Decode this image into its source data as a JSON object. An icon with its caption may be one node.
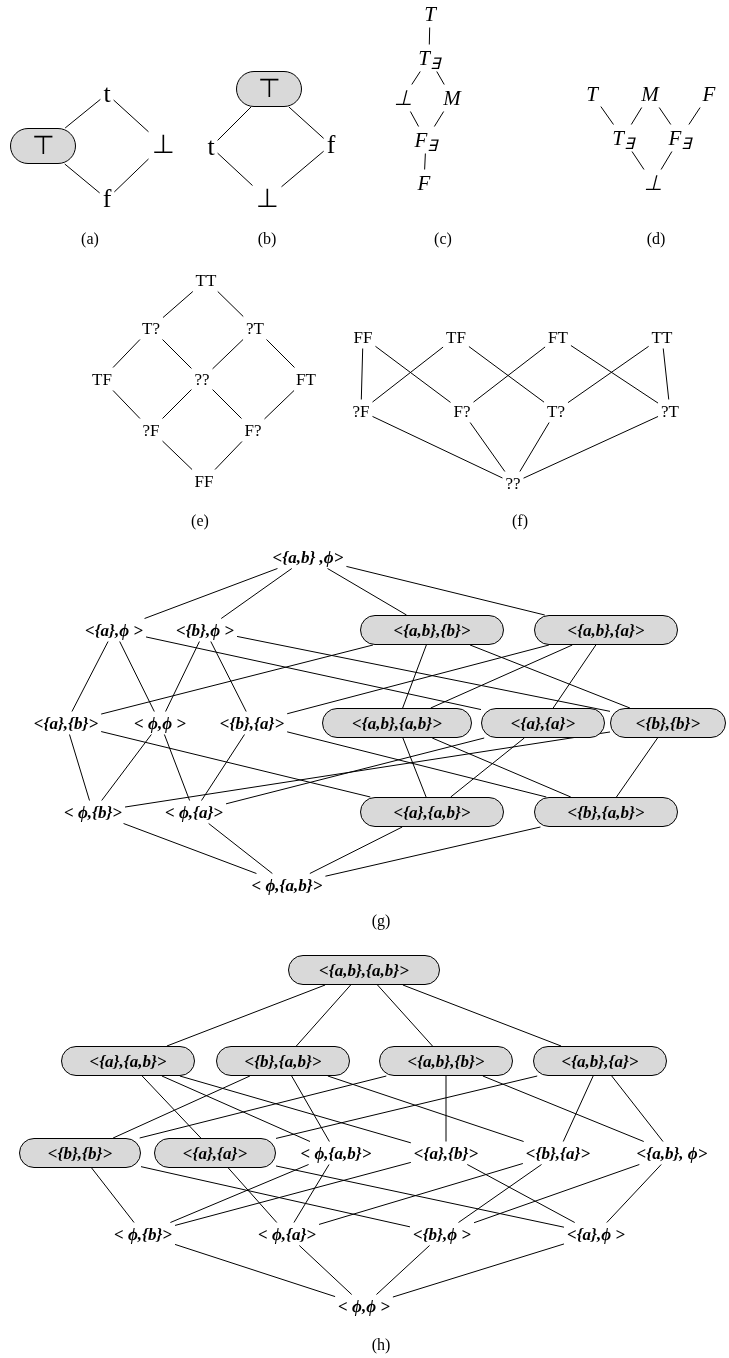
{
  "diagram": {
    "nodes": [
      {
        "text": [
          "t"
        ]
      },
      {
        "text": [
          "⊤"
        ]
      },
      {
        "text": [
          "⊥"
        ]
      },
      {
        "text": [
          "f"
        ]
      },
      {
        "text": [
          "⊤"
        ]
      },
      {
        "text": [
          "t"
        ]
      },
      {
        "text": [
          "f"
        ]
      },
      {
        "text": [
          "⊥"
        ]
      },
      {
        "text": [
          "T"
        ]
      },
      {
        "text": [
          "T$_{∃}$"
        ]
      },
      {
        "text": [
          "⊥"
        ]
      },
      {
        "text": [
          "M"
        ]
      },
      {
        "text": [
          "F$_{∃}$"
        ]
      },
      {
        "text": [
          "F"
        ]
      },
      {
        "text": [
          "T"
        ]
      },
      {
        "text": [
          "M"
        ]
      },
      {
        "text": [
          "F"
        ]
      },
      {
        "text": [
          "T$_{∃}$"
        ]
      },
      {
        "text": [
          "F$_{∃}$"
        ]
      },
      {
        "text": [
          "⊥"
        ]
      },
      {
        "text": [
          "TT"
        ]
      },
      {
        "text": [
          "T?"
        ]
      },
      {
        "text": [
          "?T"
        ]
      },
      {
        "text": [
          "TF"
        ]
      },
      {
        "text": [
          "??"
        ]
      },
      {
        "text": [
          "FT"
        ]
      },
      {
        "text": [
          "?F"
        ]
      },
      {
        "text": [
          "F?"
        ]
      },
      {
        "text": [
          "FF"
        ]
      },
      {
        "text": [
          "FF"
        ]
      },
      {
        "text": [
          "TF"
        ]
      },
      {
        "text": [
          "FT"
        ]
      },
      {
        "text": [
          "TT"
        ]
      },
      {
        "text": [
          "?F"
        ]
      },
      {
        "text": [
          "F?"
        ]
      },
      {
        "text": [
          "T?"
        ]
      },
      {
        "text": [
          "?T"
        ]
      },
      {
        "text": [
          "??"
        ]
      },
      {
        "text": [
          "<{a,b} ,ϕ>"
        ]
      },
      {
        "text": [
          "<{a},ϕ >"
        ]
      },
      {
        "text": [
          "<{b},ϕ >"
        ]
      },
      {
        "text": [
          "<{a,b},{b}>"
        ]
      },
      {
        "text": [
          "<{a,b},{a}>"
        ]
      },
      {
        "text": [
          "<{a},{b}>"
        ]
      },
      {
        "text": [
          "< ϕ,ϕ >"
        ]
      },
      {
        "text": [
          "<{b},{a}>"
        ]
      },
      {
        "text": [
          "<{a,b},{a,b}>"
        ]
      },
      {
        "text": [
          "<{a},{a}>"
        ]
      },
      {
        "text": [
          "<{b},{b}>"
        ]
      },
      {
        "text": [
          "< ϕ,{b}>"
        ]
      },
      {
        "text": [
          "< ϕ,{a}>"
        ]
      },
      {
        "text": [
          "<{a},{a,b}>"
        ]
      },
      {
        "text": [
          "<{b},{a,b}>"
        ]
      },
      {
        "text": [
          "< ϕ,{a,b}>"
        ]
      },
      {
        "text": [
          "<{a,b},{a,b}>"
        ]
      },
      {
        "text": [
          "<{a},{a,b}>"
        ]
      },
      {
        "text": [
          "<{b},{a,b}>"
        ]
      },
      {
        "text": [
          "<{a,b},{b}>"
        ]
      },
      {
        "text": [
          "<{a,b},{a}>"
        ]
      },
      {
        "text": [
          "<{b},{b}>"
        ]
      },
      {
        "text": [
          "<{a},{a}>"
        ]
      },
      {
        "text": [
          "< ϕ,{a,b}>"
        ]
      },
      {
        "text": [
          "<{a},{b}>"
        ]
      },
      {
        "text": [
          "<{b},{a}>"
        ]
      },
      {
        "text": [
          "<{a,b}, ϕ>"
        ]
      },
      {
        "text": [
          "< ϕ,{b}>"
        ]
      },
      {
        "text": [
          "< ϕ,{a}>"
        ]
      },
      {
        "text": [
          "<{b},ϕ >"
        ]
      },
      {
        "text": [
          "<{a},ϕ >"
        ]
      },
      {
        "text": [
          "< ϕ,ϕ >"
        ]
      }
    ],
    "edges": [
      {
        "from": 0,
        "to": 1,
        "arrow": "none"
      },
      {
        "from": 0,
        "to": 2,
        "arrow": "none"
      },
      {
        "from": 1,
        "to": 3,
        "arrow": "none"
      },
      {
        "from": 2,
        "to": 3,
        "arrow": "none"
      },
      {
        "from": 4,
        "to": 5,
        "arrow": "none"
      },
      {
        "from": 4,
        "to": 6,
        "arrow": "none"
      },
      {
        "from": 5,
        "to": 7,
        "arrow": "none"
      },
      {
        "from": 6,
        "to": 7,
        "arrow": "none"
      },
      {
        "from": 8,
        "to": 9,
        "arrow": "none"
      },
      {
        "from": 9,
        "to": 10,
        "arrow": "none"
      },
      {
        "from": 9,
        "to": 11,
        "arrow": "none"
      },
      {
        "from": 10,
        "to": 12,
        "arrow": "none"
      },
      {
        "from": 11,
        "to": 12,
        "arrow": "none"
      },
      {
        "from": 12,
        "to": 13,
        "arrow": "none"
      },
      {
        "from": 14,
        "to": 17,
        "arrow": "none"
      },
      {
        "from": 15,
        "to": 17,
        "arrow": "none"
      },
      {
        "from": 15,
        "to": 18,
        "arrow": "none"
      },
      {
        "from": 16,
        "to": 18,
        "arrow": "none"
      },
      {
        "from": 17,
        "to": 19,
        "arrow": "none"
      },
      {
        "from": 18,
        "to": 19,
        "arrow": "none"
      },
      {
        "from": 20,
        "to": 21,
        "arrow": "none"
      },
      {
        "from": 20,
        "to": 22,
        "arrow": "none"
      },
      {
        "from": 21,
        "to": 23,
        "arrow": "none"
      },
      {
        "from": 21,
        "to": 24,
        "arrow": "none"
      },
      {
        "from": 22,
        "to": 24,
        "arrow": "none"
      },
      {
        "from": 22,
        "to": 25,
        "arrow": "none"
      },
      {
        "from": 23,
        "to": 26,
        "arrow": "none"
      },
      {
        "from": 24,
        "to": 26,
        "arrow": "none"
      },
      {
        "from": 24,
        "to": 27,
        "arrow": "none"
      },
      {
        "from": 25,
        "to": 27,
        "arrow": "none"
      },
      {
        "from": 26,
        "to": 28,
        "arrow": "none"
      },
      {
        "from": 27,
        "to": 28,
        "arrow": "none"
      },
      {
        "from": 29,
        "to": 33,
        "arrow": "none"
      },
      {
        "from": 29,
        "to": 34,
        "arrow": "none"
      },
      {
        "from": 30,
        "to": 33,
        "arrow": "none"
      },
      {
        "from": 30,
        "to": 35,
        "arrow": "none"
      },
      {
        "from": 31,
        "to": 34,
        "arrow": "none"
      },
      {
        "from": 31,
        "to": 36,
        "arrow": "none"
      },
      {
        "from": 32,
        "to": 35,
        "arrow": "none"
      },
      {
        "from": 32,
        "to": 36,
        "arrow": "none"
      },
      {
        "from": 33,
        "to": 37,
        "arrow": "none"
      },
      {
        "from": 34,
        "to": 37,
        "arrow": "none"
      },
      {
        "from": 35,
        "to": 37,
        "arrow": "none"
      },
      {
        "from": 36,
        "to": 37,
        "arrow": "none"
      },
      {
        "from": 38,
        "to": 39,
        "arrow": "none"
      },
      {
        "from": 38,
        "to": 40,
        "arrow": "none"
      },
      {
        "from": 38,
        "to": 41,
        "arrow": "none"
      },
      {
        "from": 38,
        "to": 42,
        "arrow": "none"
      },
      {
        "from": 39,
        "to": 43,
        "arrow": "none"
      },
      {
        "from": 39,
        "to": 44,
        "arrow": "none"
      },
      {
        "from": 39,
        "to": 47,
        "arrow": "none"
      },
      {
        "from": 40,
        "to": 44,
        "arrow": "none"
      },
      {
        "from": 40,
        "to": 45,
        "arrow": "none"
      },
      {
        "from": 40,
        "to": 48,
        "arrow": "none"
      },
      {
        "from": 41,
        "to": 43,
        "arrow": "none"
      },
      {
        "from": 41,
        "to": 46,
        "arrow": "none"
      },
      {
        "from": 41,
        "to": 48,
        "arrow": "none"
      },
      {
        "from": 42,
        "to": 45,
        "arrow": "none"
      },
      {
        "from": 42,
        "to": 46,
        "arrow": "none"
      },
      {
        "from": 42,
        "to": 47,
        "arrow": "none"
      },
      {
        "from": 43,
        "to": 49,
        "arrow": "none"
      },
      {
        "from": 43,
        "to": 51,
        "arrow": "none"
      },
      {
        "from": 44,
        "to": 49,
        "arrow": "none"
      },
      {
        "from": 44,
        "to": 50,
        "arrow": "none"
      },
      {
        "from": 45,
        "to": 50,
        "arrow": "none"
      },
      {
        "from": 45,
        "to": 52,
        "arrow": "none"
      },
      {
        "from": 46,
        "to": 51,
        "arrow": "none"
      },
      {
        "from": 46,
        "to": 52,
        "arrow": "none"
      },
      {
        "from": 47,
        "to": 50,
        "arrow": "none"
      },
      {
        "from": 47,
        "to": 51,
        "arrow": "none"
      },
      {
        "from": 48,
        "to": 49,
        "arrow": "none"
      },
      {
        "from": 48,
        "to": 52,
        "arrow": "none"
      },
      {
        "from": 49,
        "to": 53,
        "arrow": "none"
      },
      {
        "from": 50,
        "to": 53,
        "arrow": "none"
      },
      {
        "from": 51,
        "to": 53,
        "arrow": "none"
      },
      {
        "from": 52,
        "to": 53,
        "arrow": "none"
      },
      {
        "from": 54,
        "to": 55,
        "arrow": "none"
      },
      {
        "from": 54,
        "to": 56,
        "arrow": "none"
      },
      {
        "from": 54,
        "to": 57,
        "arrow": "none"
      },
      {
        "from": 54,
        "to": 58,
        "arrow": "none"
      },
      {
        "from": 55,
        "to": 60,
        "arrow": "none"
      },
      {
        "from": 55,
        "to": 61,
        "arrow": "none"
      },
      {
        "from": 55,
        "to": 62,
        "arrow": "none"
      },
      {
        "from": 56,
        "to": 59,
        "arrow": "none"
      },
      {
        "from": 56,
        "to": 61,
        "arrow": "none"
      },
      {
        "from": 56,
        "to": 63,
        "arrow": "none"
      },
      {
        "from": 57,
        "to": 59,
        "arrow": "none"
      },
      {
        "from": 57,
        "to": 62,
        "arrow": "none"
      },
      {
        "from": 57,
        "to": 64,
        "arrow": "none"
      },
      {
        "from": 58,
        "to": 60,
        "arrow": "none"
      },
      {
        "from": 58,
        "to": 63,
        "arrow": "none"
      },
      {
        "from": 58,
        "to": 64,
        "arrow": "none"
      },
      {
        "from": 59,
        "to": 65,
        "arrow": "none"
      },
      {
        "from": 59,
        "to": 67,
        "arrow": "none"
      },
      {
        "from": 60,
        "to": 66,
        "arrow": "none"
      },
      {
        "from": 60,
        "to": 68,
        "arrow": "none"
      },
      {
        "from": 61,
        "to": 65,
        "arrow": "none"
      },
      {
        "from": 61,
        "to": 66,
        "arrow": "none"
      },
      {
        "from": 62,
        "to": 65,
        "arrow": "none"
      },
      {
        "from": 62,
        "to": 68,
        "arrow": "none"
      },
      {
        "from": 63,
        "to": 66,
        "arrow": "none"
      },
      {
        "from": 63,
        "to": 67,
        "arrow": "none"
      },
      {
        "from": 64,
        "to": 67,
        "arrow": "none"
      },
      {
        "from": 64,
        "to": 68,
        "arrow": "none"
      },
      {
        "from": 65,
        "to": 69,
        "arrow": "none"
      },
      {
        "from": 66,
        "to": 69,
        "arrow": "none"
      },
      {
        "from": 67,
        "to": 69,
        "arrow": "none"
      },
      {
        "from": 68,
        "to": 69,
        "arrow": "none"
      }
    ],
    "labels": [
      "(a)",
      "(b)",
      "(c)",
      "(d)",
      "(e)",
      "(f)",
      "(g)",
      "(h)"
    ]
  }
}
